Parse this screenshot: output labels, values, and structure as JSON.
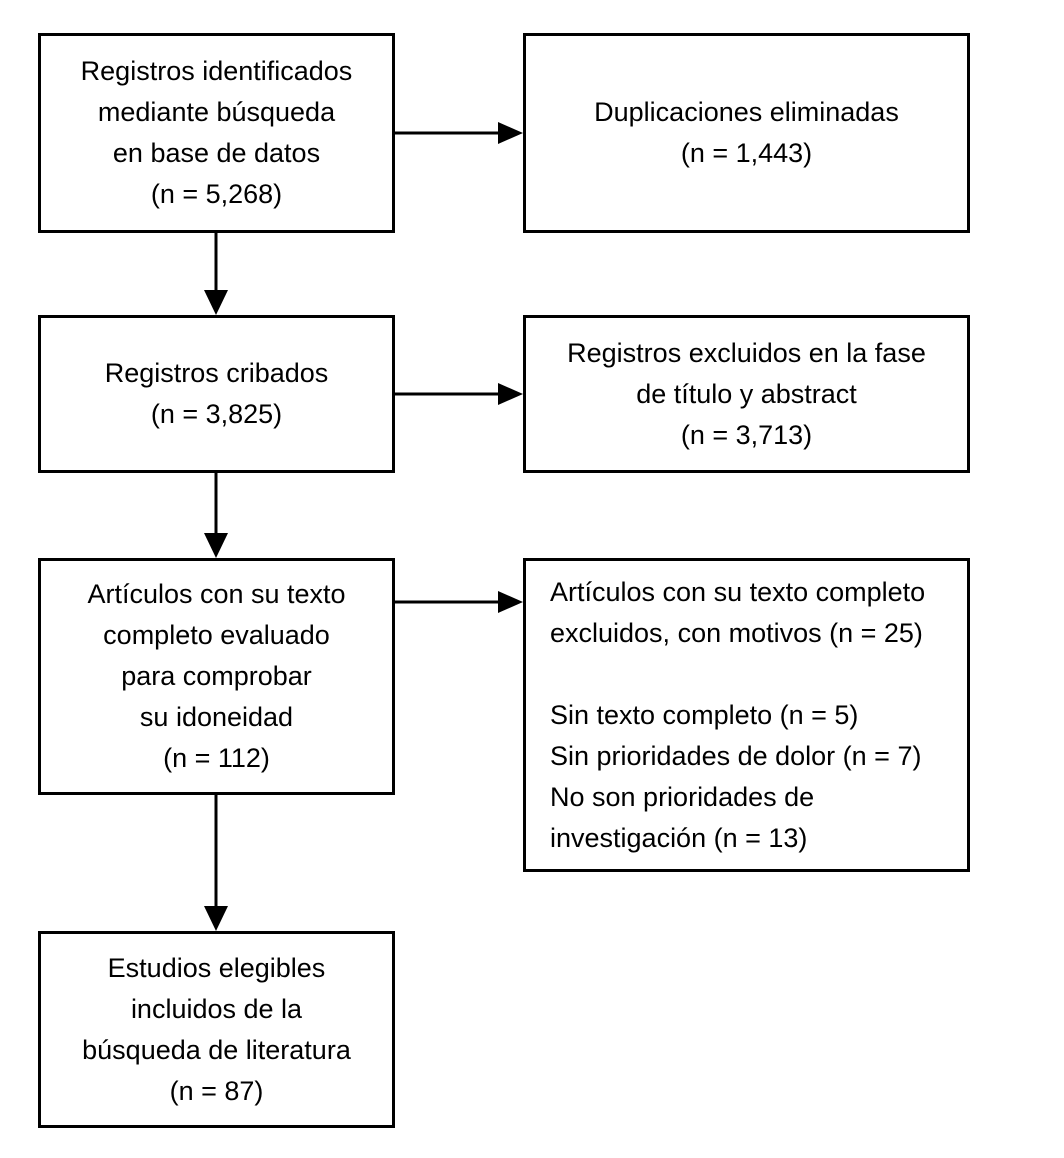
{
  "colors": {
    "line": "#000000",
    "text": "#000000",
    "background": "#ffffff"
  },
  "boxes": {
    "identified": {
      "n": "5,268",
      "lines": [
        "Registros identificados",
        "mediante búsqueda",
        "en base de datos",
        "(n = 5,268)"
      ]
    },
    "duplicates": {
      "n": "1,443",
      "lines": [
        "Duplicaciones eliminadas",
        "(n = 1,443)"
      ]
    },
    "screened": {
      "n": "3,825",
      "lines": [
        "Registros cribados",
        "(n = 3,825)"
      ]
    },
    "excludedTitleAbstract": {
      "n": "3,713",
      "lines": [
        "Registros excluidos en la fase",
        "de título y abstract",
        "(n = 3,713)"
      ]
    },
    "fulltextAssessed": {
      "n": "112",
      "lines": [
        "Artículos con su texto",
        "completo evaluado",
        "para comprobar",
        "su idoneidad",
        "(n = 112)"
      ]
    },
    "fulltextExcluded": {
      "n": "25",
      "reasons": [
        {
          "label": "Sin texto completo",
          "n": "5"
        },
        {
          "label": "Sin prioridades de dolor",
          "n": "7"
        },
        {
          "label": "No son prioridades de investigación",
          "n": "13"
        }
      ],
      "lines": [
        "Artículos con su texto completo",
        "excluidos, con motivos (n = 25)",
        "",
        "Sin texto completo (n = 5)",
        "Sin prioridades de dolor (n = 7)",
        "No son prioridades de",
        "investigación (n = 13)"
      ]
    },
    "included": {
      "n": "87",
      "lines": [
        "Estudios elegibles",
        "incluidos de la",
        "búsqueda de literatura",
        "(n = 87)"
      ]
    }
  }
}
